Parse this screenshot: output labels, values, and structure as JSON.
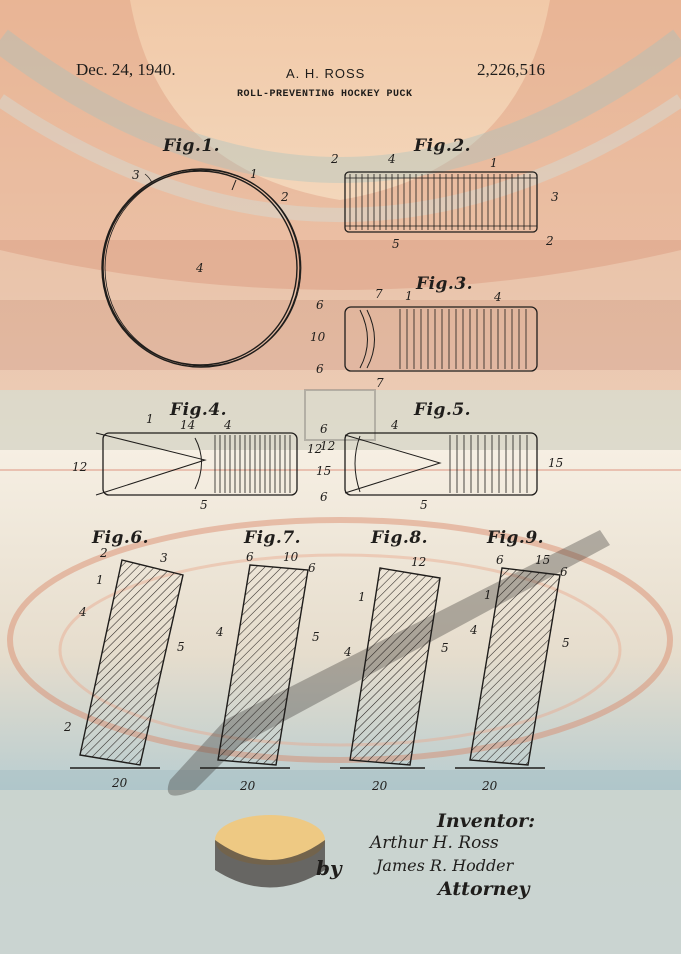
{
  "header": {
    "date": "Dec. 24, 1940.",
    "inventor": "A. H. ROSS",
    "patent_number": "2,226,516",
    "title": "ROLL-PREVENTING HOCKEY PUCK"
  },
  "figures": {
    "fig1": "Fig.1.",
    "fig2": "Fig.2.",
    "fig3": "Fig.3.",
    "fig4": "Fig.4.",
    "fig5": "Fig.5.",
    "fig6": "Fig.6.",
    "fig7": "Fig.7.",
    "fig8": "Fig.8.",
    "fig9": "Fig.9."
  },
  "reference_numerals": {
    "fig1": [
      "3",
      "1",
      "2",
      "4"
    ],
    "fig2": [
      "2",
      "4",
      "1",
      "3",
      "5",
      "2"
    ],
    "fig3": [
      "6",
      "7",
      "1",
      "4",
      "10",
      "6",
      "7"
    ],
    "fig4": [
      "1",
      "14",
      "4",
      "12",
      "12",
      "5"
    ],
    "fig5": [
      "6",
      "4",
      "12",
      "15",
      "15",
      "6",
      "5"
    ],
    "fig6": [
      "2",
      "3",
      "1",
      "4",
      "5",
      "2",
      "20"
    ],
    "fig7": [
      "6",
      "10",
      "6",
      "4",
      "5",
      "20"
    ],
    "fig8": [
      "12",
      "1",
      "4",
      "5",
      "20"
    ],
    "fig9": [
      "6",
      "15",
      "6",
      "1",
      "4",
      "5",
      "20"
    ]
  },
  "signature_block": {
    "inventor_label": "Inventor:",
    "inventor_signature": "Arthur H. Ross",
    "by_label": "by",
    "attorney_signature": "James R. Hodder",
    "attorney_label": "Attorney"
  },
  "colors": {
    "ink": "#1f1d1b",
    "paper": "#f3ece1",
    "arena_red": "#d9826a",
    "ice_blue": "#a9c7cc",
    "puck_gold": "#f2c87a"
  }
}
